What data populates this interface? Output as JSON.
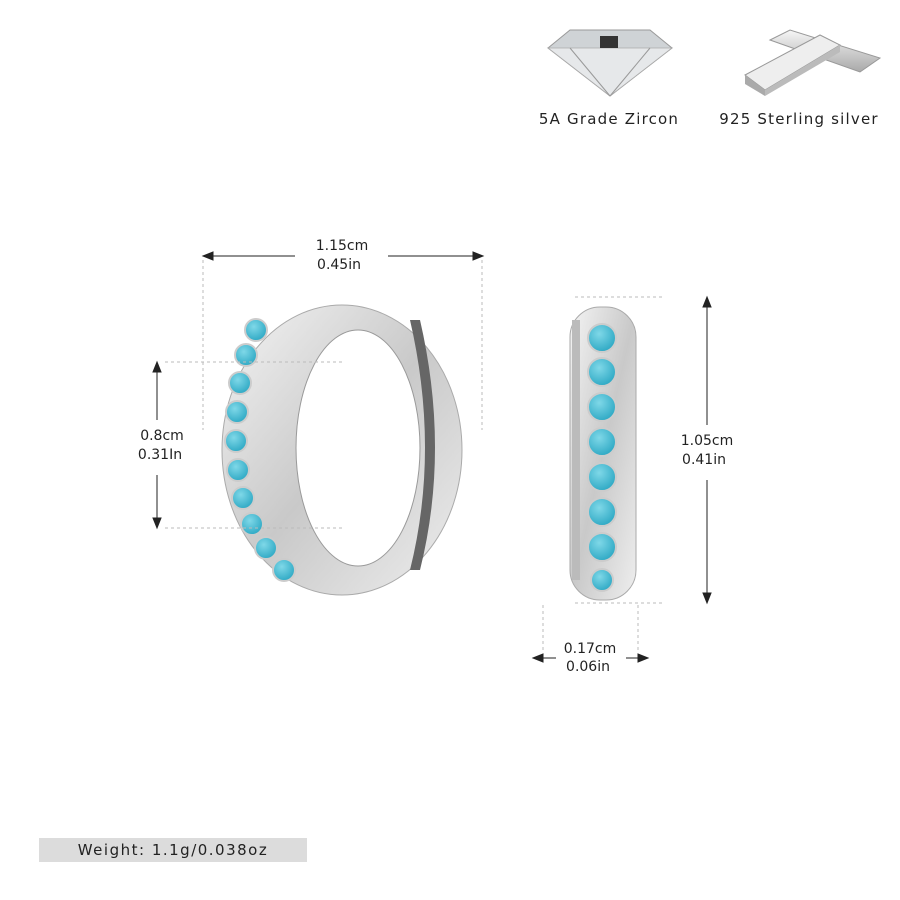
{
  "features": [
    {
      "icon": "zircon-gem-icon",
      "label": "5A Grade Zircon"
    },
    {
      "icon": "silver-bar-icon",
      "label": "925 Sterling silver"
    }
  ],
  "dimensions": {
    "width": {
      "cm": "1.15cm",
      "in": "0.45in"
    },
    "inner": {
      "cm": "0.8cm",
      "in": "0.31In"
    },
    "height": {
      "cm": "1.05cm",
      "in": "0.41in"
    },
    "thickness": {
      "cm": "0.17cm",
      "in": "0.06in"
    }
  },
  "weight": "Weight: 1.1g/0.038oz",
  "colors": {
    "stone": "#3cb8d0",
    "silver": "#d8d8d8",
    "line": "#222222",
    "weight_bg": "#dcdcdc"
  }
}
